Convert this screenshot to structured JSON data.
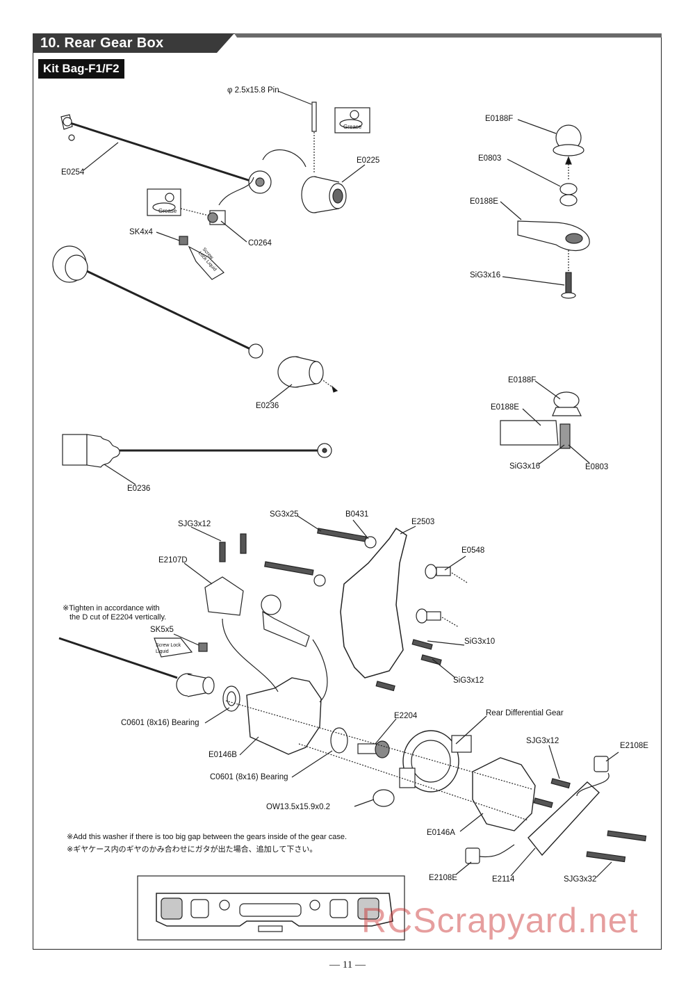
{
  "header": {
    "title": "10. Rear Gear Box"
  },
  "kit_badge": "Kit Bag-F1/F2",
  "labels": {
    "pin": "φ 2.5x15.8 Pin",
    "grease_1": "Grease",
    "grease_2": "Grease",
    "screw_lock_1": "Screw Lock Liquid",
    "screw_lock_2": "Screw Lock Liquid",
    "e0254": "E0254",
    "e0225": "E0225",
    "c0264": "C0264",
    "sk4x4": "SK4x4",
    "e0236_a": "E0236",
    "e0236_b": "E0236",
    "e0188f_a": "E0188F",
    "e0803_a": "E0803",
    "e0188e_a": "E0188E",
    "sig3x16_a": "SiG3x16",
    "e0188f_b": "E0188F",
    "e0188e_b": "E0188E",
    "sig3x16_b": "SiG3x16",
    "e0803_b": "E0803",
    "sjg3x12_a": "SJG3x12",
    "sg3x25": "SG3x25",
    "b0431": "B0431",
    "e2503": "E2503",
    "e0548": "E0548",
    "e2107d": "E2107D",
    "sk5x5": "SK5x5",
    "sig3x10": "SiG3x10",
    "sig3x12": "SiG3x12",
    "c0601_a": "C0601 (8x16) Bearing",
    "e0146b": "E0146B",
    "c0601_b": "C0601 (8x16) Bearing",
    "e2204": "E2204",
    "rear_diff": "Rear Differential Gear",
    "sjg3x12_b": "SJG3x12",
    "e2108e_a": "E2108E",
    "ow": "OW13.5x15.9x0.2",
    "e0146a": "E0146A",
    "e2108e_b": "E2108E",
    "e2114": "E2114",
    "sjg3x32": "SJG3x32"
  },
  "notes": {
    "tighten_1": "※Tighten in accordance with",
    "tighten_2": "the D cut of E2204 vertically.",
    "washer_en": "※Add this washer if there is too big gap between the gears inside of the gear case.",
    "washer_jp": "※ギヤケース内のギヤのかみ合わせにガタが出た場合、追加して下さい。"
  },
  "page_number": "— 11 —",
  "watermark": "RCScrapyard.net"
}
